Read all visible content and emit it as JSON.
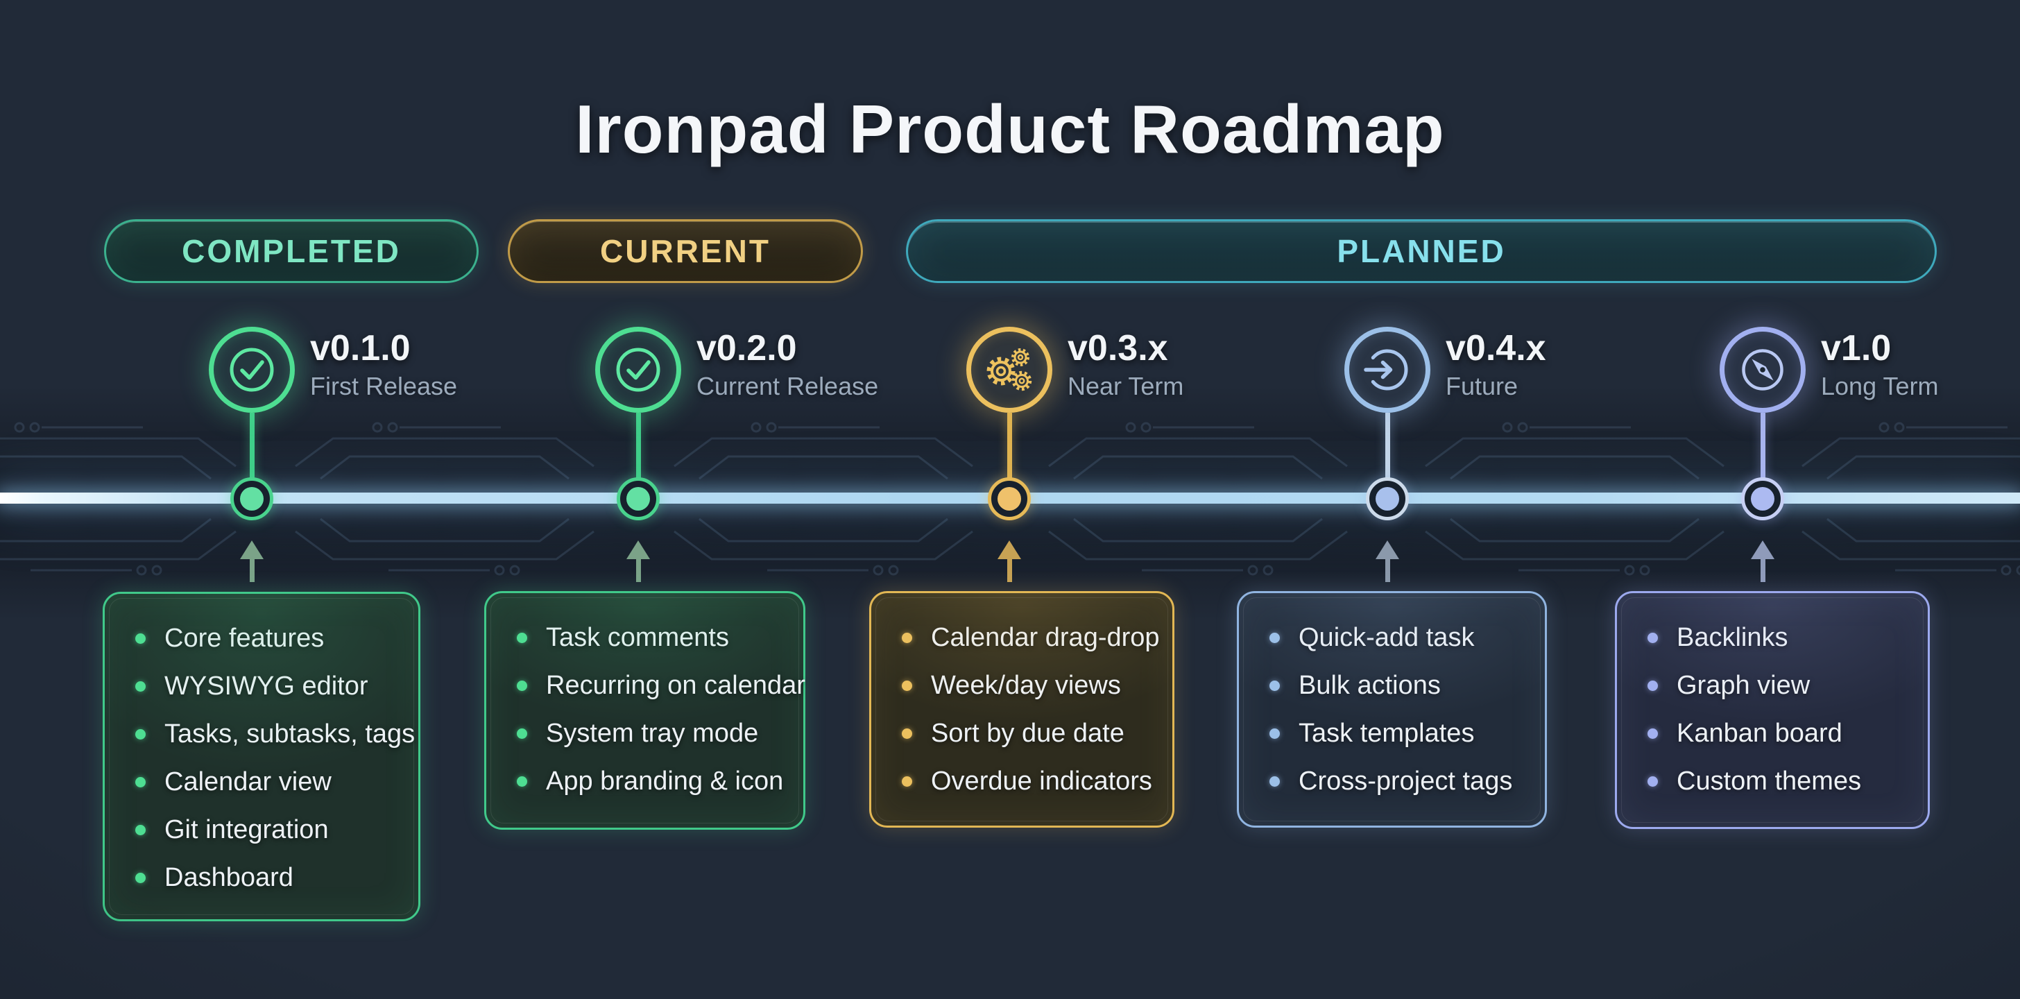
{
  "title": "Ironpad Product Roadmap",
  "phases": [
    {
      "label": "COMPLETED",
      "color": "#54dfa6"
    },
    {
      "label": "CURRENT",
      "color": "#f0cf7e"
    },
    {
      "label": "PLANNED",
      "color": "#8ae0ec"
    }
  ],
  "timeline": {
    "bar_color": "#b7ddf4"
  },
  "milestones": [
    {
      "version": "v0.1.0",
      "subtitle": "First Release",
      "icon": "check-circle-icon",
      "accent": "#4ede92",
      "items": [
        "Core features",
        "WYSIWYG editor",
        "Tasks, subtasks, tags",
        "Calendar view",
        "Git integration",
        "Dashboard"
      ]
    },
    {
      "version": "v0.2.0",
      "subtitle": "Current Release",
      "icon": "check-circle-icon",
      "accent": "#4ede92",
      "items": [
        "Task comments",
        "Recurring on calendar",
        "System tray mode",
        "App branding & icon"
      ]
    },
    {
      "version": "v0.3.x",
      "subtitle": "Near Term",
      "icon": "gears-icon",
      "accent": "#ecc05e",
      "items": [
        "Calendar drag-drop",
        "Week/day views",
        "Sort by due date",
        "Overdue indicators"
      ]
    },
    {
      "version": "v0.4.x",
      "subtitle": "Future",
      "icon": "arrow-into-circle-icon",
      "accent": "#9cc0e8",
      "items": [
        "Quick-add task",
        "Bulk actions",
        "Task templates",
        "Cross-project tags"
      ]
    },
    {
      "version": "v1.0",
      "subtitle": "Long Term",
      "icon": "compass-icon",
      "accent": "#a2b0f0",
      "items": [
        "Backlinks",
        "Graph view",
        "Kanban board",
        "Custom themes"
      ]
    }
  ]
}
